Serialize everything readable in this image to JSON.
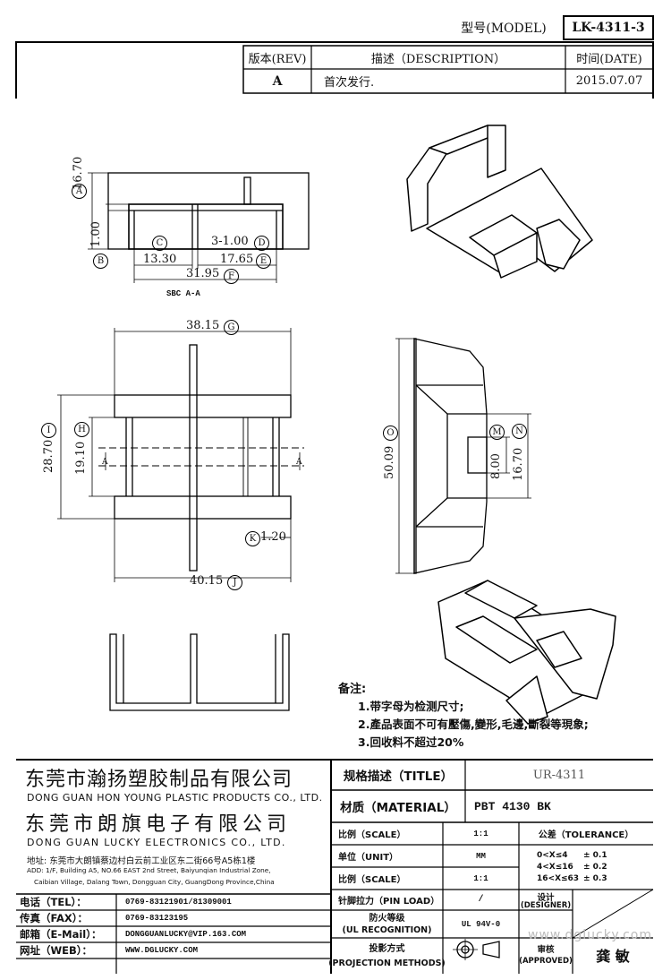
{
  "header": {
    "model_label": "型号(MODEL)",
    "model_value": "LK-4311-3",
    "rev_header": "版本(REV)",
    "desc_header": "描述（DESCRIPTION）",
    "date_header": "时间(DATE)",
    "rev_value": "A",
    "desc_value": "首次发行.",
    "date_value": "2015.07.07"
  },
  "section_view": {
    "dims": {
      "a": "16.70",
      "a_marker": "A",
      "b": "1.00",
      "b_marker": "B",
      "c": "13.30",
      "c_marker": "C",
      "d": "3-1.00",
      "d_marker": "D",
      "e": "17.65",
      "e_marker": "E",
      "f": "31.95",
      "f_marker": "F"
    },
    "caption": "SBC A-A"
  },
  "top_view": {
    "dims": {
      "g": "38.15",
      "g_marker": "G",
      "outer_h": "28.70",
      "outer_h_marker": "I",
      "h": "19.10",
      "h_marker": "H",
      "k": "1.20",
      "k_marker": "K",
      "j": "40.15",
      "j_marker": "J"
    },
    "section_mark_left": "A",
    "section_mark_right": "A"
  },
  "side_view": {
    "dims": {
      "o": "50.09",
      "o_marker": "O",
      "m": "8.00",
      "m_marker": "M",
      "n": "16.70",
      "n_marker": "N"
    }
  },
  "notes": {
    "title": "备注:",
    "items": [
      "1.带字母为检测尺寸;",
      "2.產品表面不可有壓傷,變形,毛邊,斷裂等現象;",
      "3.回收料不超过20%"
    ]
  },
  "company": {
    "cn1": "东莞市瀚扬塑胶制品有限公司",
    "en1": "DONG GUAN HON YOUNG PLASTIC PRODUCTS CO., LTD.",
    "cn2": "东莞市朗旗电子有限公司",
    "en2": "DONG GUAN LUCKY ELECTRONICS CO., LTD.",
    "addr_cn": "地址: 东莞市大朗镇蔡边村白云前工业区东二街66号A5栋1楼",
    "addr_en1": "ADD: 1/F, Building A5, NO.66 EAST 2nd Street, Baiyunqian Industrial Zone,",
    "addr_en2": "Caibian Village, Dalang Town, Dongguan City, GuangDong Province,China"
  },
  "contacts": [
    {
      "label": "电话（TEL）：",
      "value": "0769-83121901/81309001"
    },
    {
      "label": "传真（FAX）：",
      "value": "0769-83123195"
    },
    {
      "label": "邮箱（E-Mail）：",
      "value": "DONGGUANLUCKY@VIP.163.COM"
    },
    {
      "label": "网址（WEB）：",
      "value": "WWW.DGLUCKY.COM"
    }
  ],
  "spec": {
    "title_label": "规格描述（TITLE）",
    "title_value": "UR-4311",
    "material_label": "材质（MATERIAL）",
    "material_value": "PBT 4130 BK",
    "scale_label": "比例（SCALE）",
    "scale_value": "1:1",
    "unit_label": "单位（UNIT）",
    "unit_value": "MM",
    "scale2_label": "比例（SCALE）",
    "scale2_value": "1:1",
    "pin_label": "针脚拉力（PIN LOAD）",
    "pin_value": "/",
    "ul_label1": "防火等级",
    "ul_label2": "(UL RECOGNITION)",
    "ul_value": "UL 94V-0",
    "proj_label1": "投影方式",
    "proj_label2": "(PROJECTION METHODS)",
    "tol_header": "公差（TOLERANCE）",
    "tol_rows": [
      {
        "range": "0<X≤4",
        "value": "± 0.1"
      },
      {
        "range": "4<X≤16",
        "value": "± 0.2"
      },
      {
        "range": "16<X≤63",
        "value": "± 0.3"
      }
    ],
    "designer_label1": "设计",
    "designer_label2": "(DESIGNER)",
    "approved_label1": "审核",
    "approved_label2": "(APPROVED)",
    "approved_name": "龚 敏"
  },
  "watermark": "www.dglucky.com"
}
